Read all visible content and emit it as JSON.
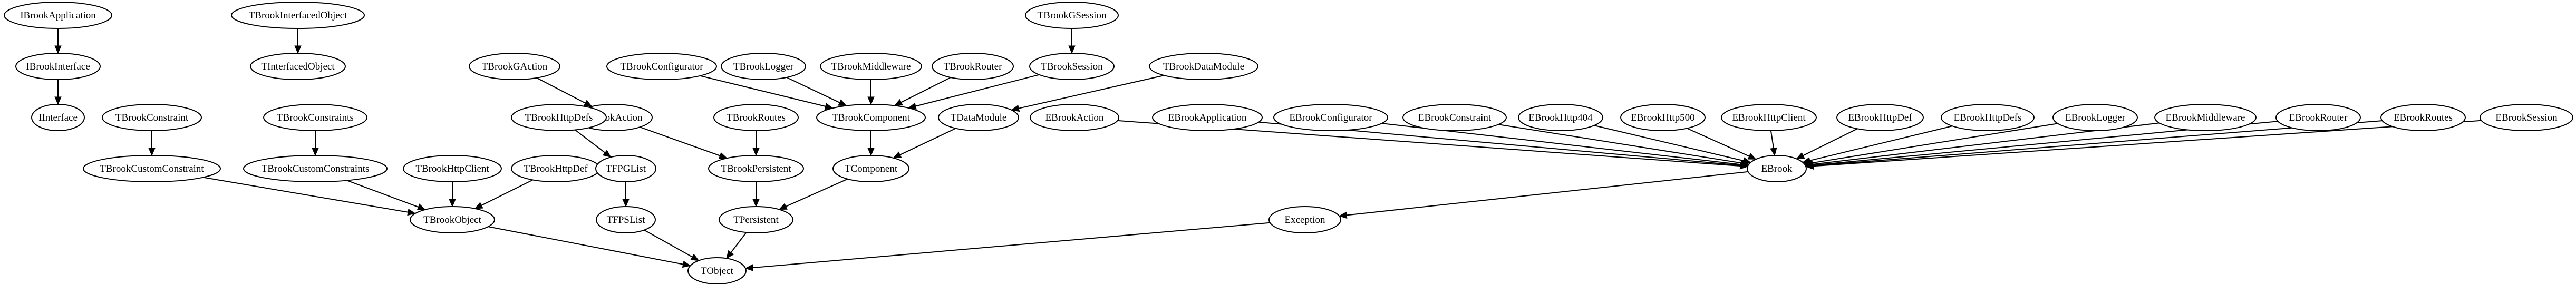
{
  "diagram": {
    "nodes": [
      {
        "id": "n0",
        "label": "IBrookApplication"
      },
      {
        "id": "n1",
        "label": "IBrookInterface"
      },
      {
        "id": "n2",
        "label": "IInterface"
      },
      {
        "id": "n3",
        "label": "TBrookInterfacedObject"
      },
      {
        "id": "n4",
        "label": "TInterfacedObject"
      },
      {
        "id": "n5",
        "label": "TBrookConstraint"
      },
      {
        "id": "n6",
        "label": "TBrookCustomConstraint"
      },
      {
        "id": "n7",
        "label": "TBrookConstraints"
      },
      {
        "id": "n8",
        "label": "TBrookCustomConstraints"
      },
      {
        "id": "n9",
        "label": "TBrookHttpClient"
      },
      {
        "id": "n10",
        "label": "TBrookHttpDef"
      },
      {
        "id": "n11",
        "label": "TBrookObject"
      },
      {
        "id": "n12",
        "label": "TObject"
      },
      {
        "id": "n13",
        "label": "TBrookGAction"
      },
      {
        "id": "n14",
        "label": "TBrookAction"
      },
      {
        "id": "n15",
        "label": "TBrookHttpDefs"
      },
      {
        "id": "n16",
        "label": "TFPGList"
      },
      {
        "id": "n17",
        "label": "TFPSList"
      },
      {
        "id": "n18",
        "label": "TBrookConfigurator"
      },
      {
        "id": "n19",
        "label": "TBrookLogger"
      },
      {
        "id": "n20",
        "label": "TBrookMiddleware"
      },
      {
        "id": "n21",
        "label": "TBrookRouter"
      },
      {
        "id": "n22",
        "label": "TBrookGSession"
      },
      {
        "id": "n23",
        "label": "TBrookSession"
      },
      {
        "id": "n24",
        "label": "TBrookComponent"
      },
      {
        "id": "n25",
        "label": "TBrookRoutes"
      },
      {
        "id": "n26",
        "label": "TBrookPersistent"
      },
      {
        "id": "n27",
        "label": "TPersistent"
      },
      {
        "id": "n28",
        "label": "TComponent"
      },
      {
        "id": "n29",
        "label": "TBrookDataModule"
      },
      {
        "id": "n30",
        "label": "TDataModule"
      },
      {
        "id": "n31",
        "label": "EBrookAction"
      },
      {
        "id": "n32",
        "label": "EBrookApplication"
      },
      {
        "id": "n33",
        "label": "EBrookConfigurator"
      },
      {
        "id": "n34",
        "label": "EBrookConstraint"
      },
      {
        "id": "n35",
        "label": "EBrookHttp404"
      },
      {
        "id": "n36",
        "label": "EBrookHttp500"
      },
      {
        "id": "n37",
        "label": "EBrookHttpClient"
      },
      {
        "id": "n38",
        "label": "EBrookHttpDef"
      },
      {
        "id": "n39",
        "label": "EBrookHttpDefs"
      },
      {
        "id": "n40",
        "label": "EBrookLogger"
      },
      {
        "id": "n41",
        "label": "EBrookMiddleware"
      },
      {
        "id": "n42",
        "label": "EBrookRouter"
      },
      {
        "id": "n43",
        "label": "EBrookRoutes"
      },
      {
        "id": "n44",
        "label": "EBrookSession"
      },
      {
        "id": "n45",
        "label": "EBrook"
      },
      {
        "id": "n46",
        "label": "Exception"
      }
    ],
    "edges": [
      {
        "from": "n0",
        "to": "n1"
      },
      {
        "from": "n1",
        "to": "n2"
      },
      {
        "from": "n3",
        "to": "n4"
      },
      {
        "from": "n5",
        "to": "n6"
      },
      {
        "from": "n7",
        "to": "n8"
      },
      {
        "from": "n6",
        "to": "n11"
      },
      {
        "from": "n8",
        "to": "n11"
      },
      {
        "from": "n9",
        "to": "n11"
      },
      {
        "from": "n10",
        "to": "n11"
      },
      {
        "from": "n11",
        "to": "n12"
      },
      {
        "from": "n13",
        "to": "n14"
      },
      {
        "from": "n14",
        "to": "n26"
      },
      {
        "from": "n15",
        "to": "n16"
      },
      {
        "from": "n16",
        "to": "n17"
      },
      {
        "from": "n17",
        "to": "n12"
      },
      {
        "from": "n18",
        "to": "n24"
      },
      {
        "from": "n19",
        "to": "n24"
      },
      {
        "from": "n20",
        "to": "n24"
      },
      {
        "from": "n21",
        "to": "n24"
      },
      {
        "from": "n22",
        "to": "n23"
      },
      {
        "from": "n23",
        "to": "n24"
      },
      {
        "from": "n24",
        "to": "n28"
      },
      {
        "from": "n25",
        "to": "n26"
      },
      {
        "from": "n26",
        "to": "n27"
      },
      {
        "from": "n28",
        "to": "n27"
      },
      {
        "from": "n27",
        "to": "n12"
      },
      {
        "from": "n29",
        "to": "n30"
      },
      {
        "from": "n30",
        "to": "n28"
      },
      {
        "from": "n31",
        "to": "n45"
      },
      {
        "from": "n32",
        "to": "n45"
      },
      {
        "from": "n33",
        "to": "n45"
      },
      {
        "from": "n34",
        "to": "n45"
      },
      {
        "from": "n35",
        "to": "n45"
      },
      {
        "from": "n36",
        "to": "n45"
      },
      {
        "from": "n37",
        "to": "n45"
      },
      {
        "from": "n38",
        "to": "n45"
      },
      {
        "from": "n39",
        "to": "n45"
      },
      {
        "from": "n40",
        "to": "n45"
      },
      {
        "from": "n41",
        "to": "n45"
      },
      {
        "from": "n42",
        "to": "n45"
      },
      {
        "from": "n43",
        "to": "n45"
      },
      {
        "from": "n44",
        "to": "n45"
      },
      {
        "from": "n45",
        "to": "n46"
      },
      {
        "from": "n46",
        "to": "n12"
      }
    ]
  }
}
